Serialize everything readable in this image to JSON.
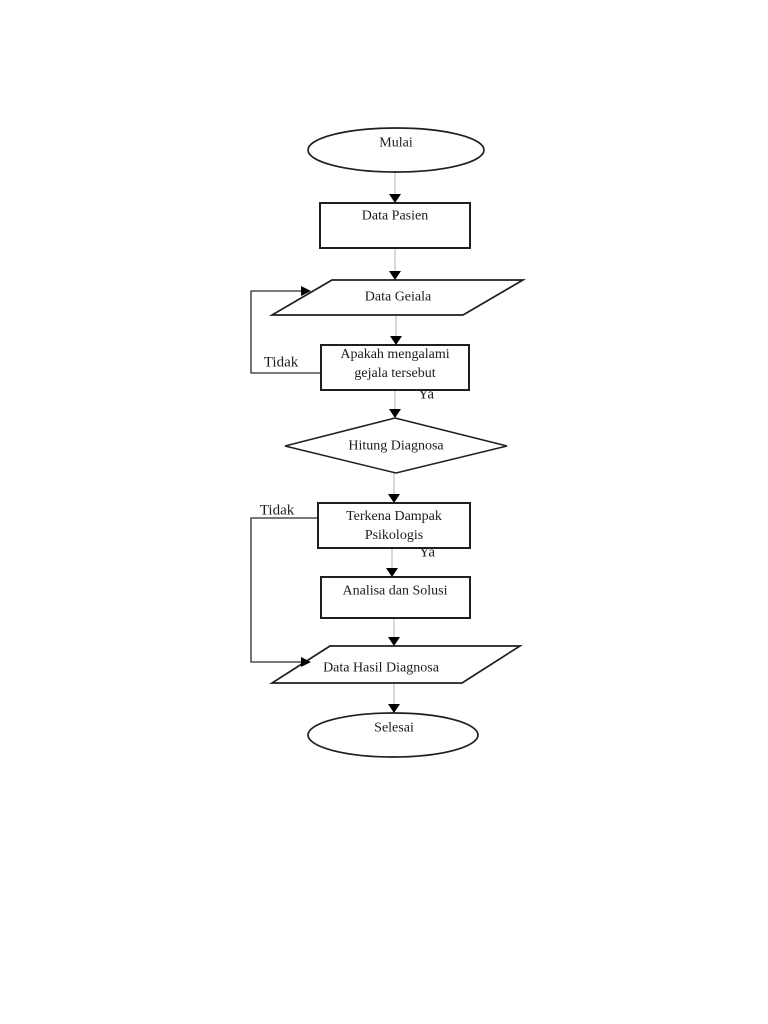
{
  "page": {
    "background": "#ffffff"
  },
  "diagram": {
    "type": "flowchart",
    "colors": {
      "shape_stroke": "#1f1f1f",
      "shape_fill": "#ffffff",
      "connector_line": "#c9c9c9",
      "loop_line": "#2b2b2b",
      "arrowhead": "#000000",
      "text": "#1c1c1c"
    },
    "nodes": [
      {
        "id": "start",
        "type": "terminator",
        "label": "Mulai"
      },
      {
        "id": "data-pasien",
        "type": "process",
        "label": "Data Pasien"
      },
      {
        "id": "data-gejala",
        "type": "data-io",
        "label": "Data Geiala"
      },
      {
        "id": "apakah",
        "type": "process",
        "label": "Apakah mengalami\ngejala tersebut"
      },
      {
        "id": "hitung",
        "type": "decision",
        "label": "Hitung Diagnosa"
      },
      {
        "id": "terkena",
        "type": "process",
        "label": "Terkena Dampak\nPsikologis"
      },
      {
        "id": "analisa",
        "type": "process",
        "label": "Analisa dan Solusi"
      },
      {
        "id": "data-hasil",
        "type": "data-io",
        "label": "Data Hasil Diagnosa"
      },
      {
        "id": "end",
        "type": "terminator",
        "label": "Selesai"
      }
    ],
    "edge_labels": [
      {
        "id": "tidak-1",
        "label": "Tidak"
      },
      {
        "id": "ya-1",
        "label": "Ya"
      },
      {
        "id": "tidak-2",
        "label": "Tidak"
      },
      {
        "id": "ya-2",
        "label": "Ya"
      }
    ]
  }
}
